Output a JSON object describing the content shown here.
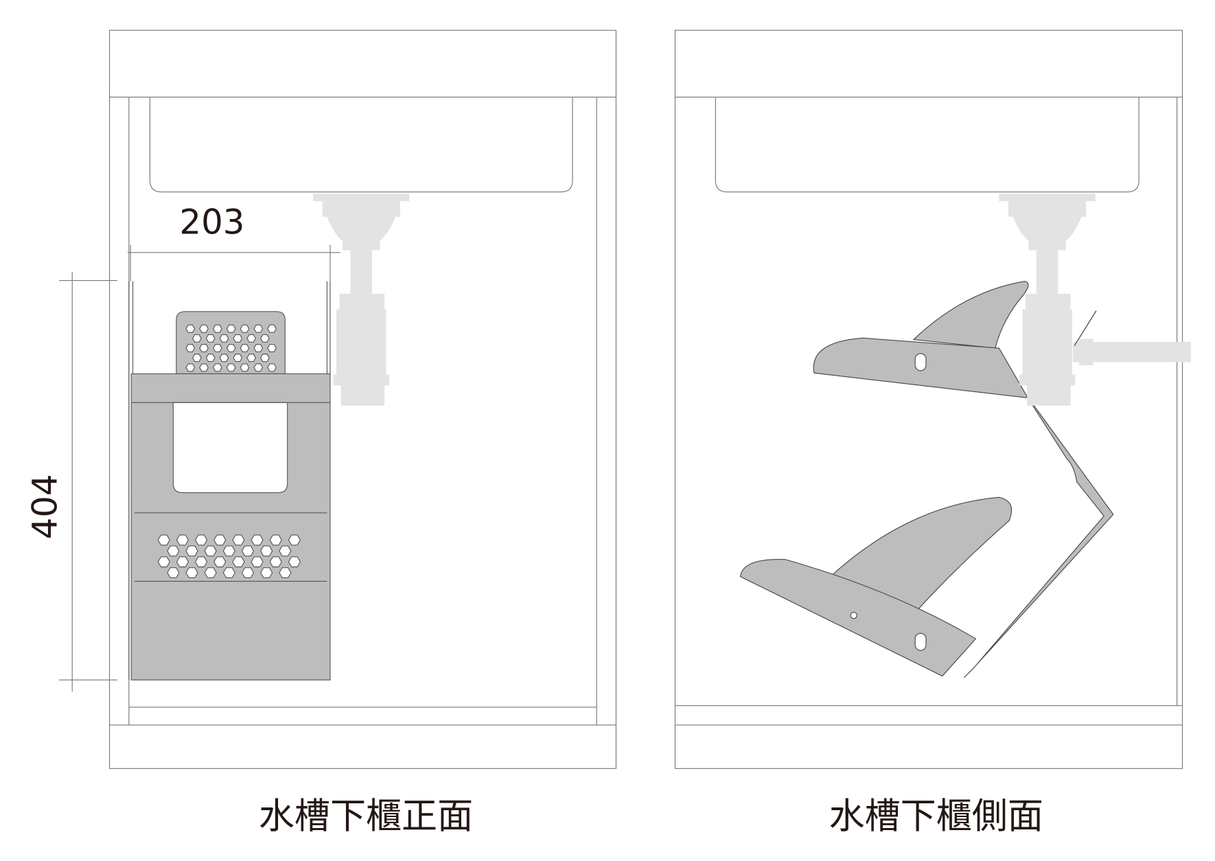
{
  "front_view": {
    "caption": "水槽下櫃正面",
    "width_dimension": "203",
    "height_dimension": "404"
  },
  "side_view": {
    "caption": "水槽下櫃側面"
  },
  "colors": {
    "line": "#6b6b6b",
    "rack_fill": "#bdbdbd",
    "pipe_fill": "#e3e3e3",
    "text": "#231815"
  }
}
